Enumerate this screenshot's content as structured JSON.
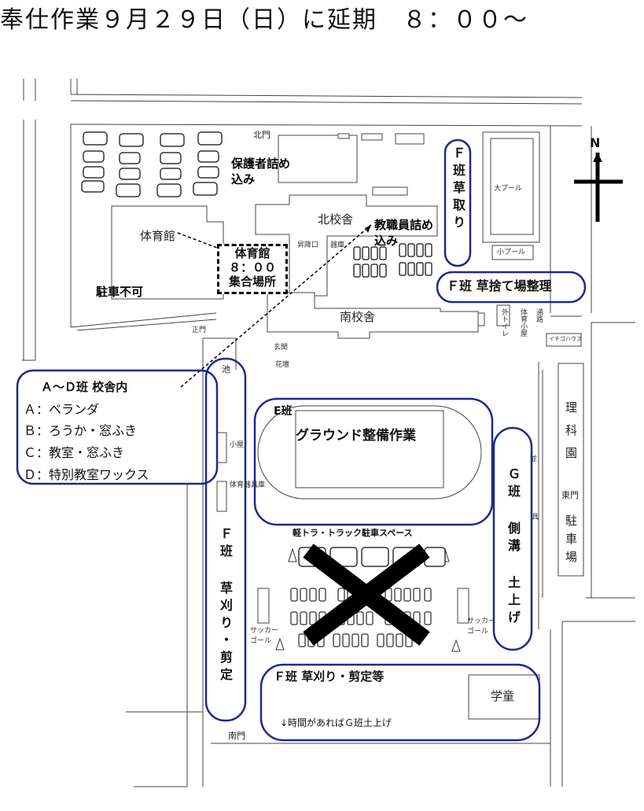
{
  "title": "奉仕作業９月２９日（日）に延期　８：００～",
  "map": {
    "north_gate": "北門",
    "south_gate": "南門",
    "main_gate": "正門",
    "east_gate": "東門",
    "north_symbol": "N",
    "gym": "体育館",
    "north_building": "北校舎",
    "south_building": "南校舎",
    "entrance": "玄関",
    "flowerbed": "花壇",
    "pond": "池",
    "hut": "小屋",
    "gym_equipment": "体育器具庫",
    "big_pool": "大プール",
    "small_pool": "小プール",
    "outdoor_toilet": "外トイレ",
    "storage": "イチゴハウス",
    "science_garden": "理科園",
    "parking": "駐車場",
    "gakudo": "学童",
    "soccer_goal_left": "サッカーゴール",
    "soccer_goal_right": "サッカーゴール",
    "stairs": "昇降口",
    "no_parking": "駐車不可",
    "guardian_parking": "保護者詰め込み",
    "staff_parking": "教職員詰め込み",
    "truck_space": "軽トラ・トラック駐車スペース",
    "assembly": [
      "体育館",
      "８：００",
      "集合場所"
    ],
    "small_label_1": "器庫",
    "small_label_2": "体育小屋",
    "small_label_3": "通路",
    "small_label_4": "並",
    "small_label_5": "具"
  },
  "groups": {
    "legend_title": "Ａ～Ｄ班 校舎内",
    "legend_items": [
      "Ａ：ベランダ",
      "Ｂ：ろうか・窓ふき",
      "Ｃ：教室・窓ふき",
      "Ｄ：特別教室ワックス"
    ],
    "f_weeding_top": "Ｆ班草取り",
    "f_dump": "Ｆ班 草捨て場整理",
    "e_ground": [
      "E班",
      "グラウンド整備作業"
    ],
    "g_ditch": "Ｇ班 側溝 土上げ",
    "f_west": "Ｆ班 草刈り・剪定",
    "f_south": "Ｆ班 草刈り・剪定等",
    "f_south_note": "↓時間があればＧ班土上げ"
  },
  "colors": {
    "circle": "#1d2a8a",
    "lines": "#333333"
  }
}
